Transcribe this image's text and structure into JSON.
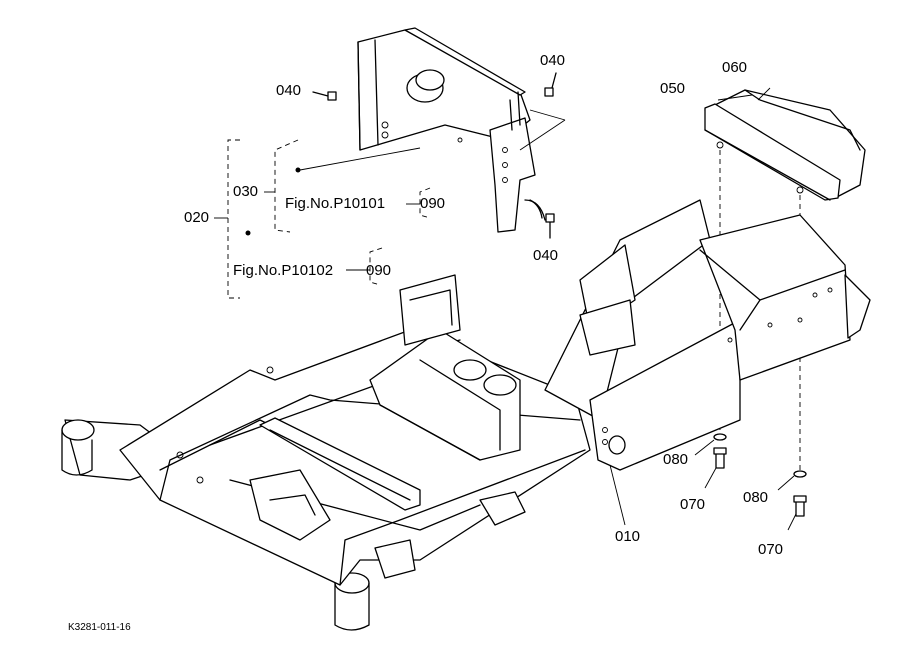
{
  "parts": {
    "p010": "010",
    "p020": "020",
    "p030": "030",
    "p040_a": "040",
    "p040_b": "040",
    "p040_c": "040",
    "p050": "050",
    "p060": "060",
    "p070_a": "070",
    "p070_b": "070",
    "p080_a": "080",
    "p080_b": "080",
    "p090_a": "090",
    "p090_b": "090"
  },
  "figure_refs": {
    "ref_a": "Fig.No.P10101",
    "ref_b": "Fig.No.P10102"
  },
  "drawing_code": "K3281-011-16"
}
